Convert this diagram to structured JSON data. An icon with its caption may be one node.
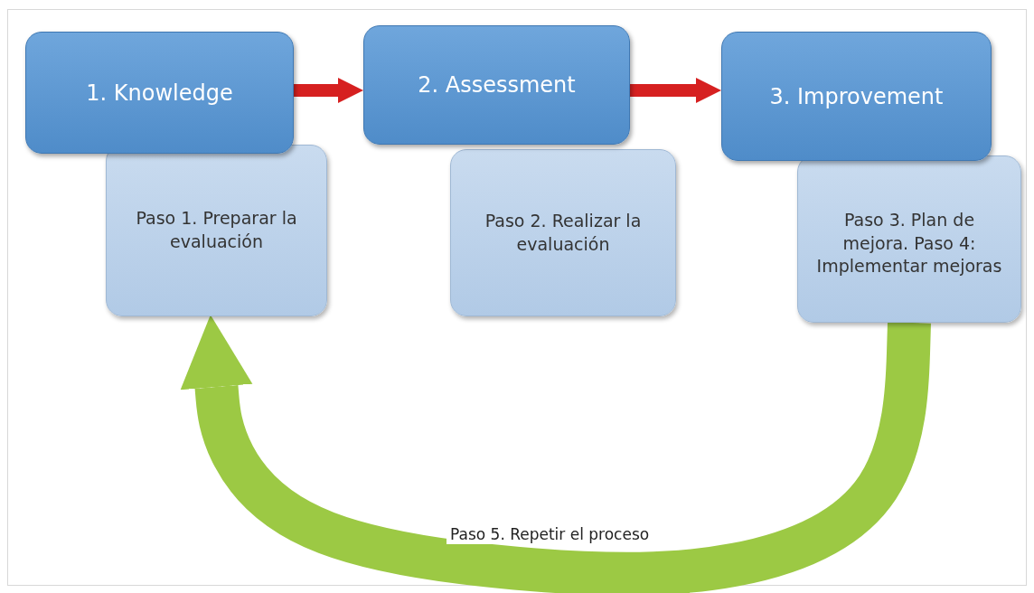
{
  "diagram": {
    "nodes": [
      {
        "text": [
          "1. Knowledge"
        ]
      },
      {
        "text": [
          "2. Assessment"
        ]
      },
      {
        "text": [
          "3. Improvement"
        ]
      },
      {
        "text": [
          "Paso 1. Preparar la evaluación"
        ]
      },
      {
        "text": [
          "Paso 2. Realizar la evaluación"
        ]
      },
      {
        "text": [
          "Paso 3. Plan de mejora. Paso 4: Implementar mejoras"
        ]
      }
    ],
    "edges": [
      {
        "from": 0,
        "to": 1,
        "arrow": "to"
      },
      {
        "from": 1,
        "to": 2,
        "arrow": "to"
      },
      {
        "from": 5,
        "to": 3,
        "arrow": "to",
        "label": "Paso 5. Repetir el proceso",
        "style": "thick",
        "color": "#9cc944"
      }
    ]
  }
}
